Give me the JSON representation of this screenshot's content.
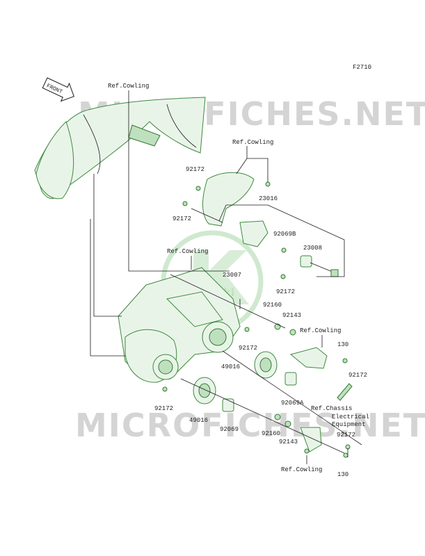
{
  "diagram_id": "F2710",
  "front_badge": "FRONT",
  "watermark": "MICROFICHES.NET",
  "brand_logo": "Kawasaki",
  "labels": {
    "ref_cowling_top": "Ref.Cowling",
    "ref_cowling_right": "Ref.Cowling",
    "ref_cowling_mid": "Ref.Cowling",
    "ref_cowling_side": "Ref.Cowling",
    "ref_cowling_bottom": "Ref.Cowling",
    "p92172_a": "92172",
    "p92172_b": "92172",
    "p23016": "23016",
    "p92069B": "92069B",
    "p23008": "23008",
    "p23007": "23007",
    "p92172_c": "92172",
    "p92160_a": "92160",
    "p92143_a": "92143",
    "p130_a": "130",
    "p92172_d": "92172",
    "p49016_a": "49016",
    "p92172_e": "92172",
    "p92069A": "92069A",
    "ref_chassis_1": "Ref.Chassis",
    "ref_chassis_2": "Electrical",
    "ref_chassis_3": "Equipment",
    "p92172_f": "92172",
    "p49016_b": "49016",
    "p92069": "92069",
    "p92160_b": "92160",
    "p92143_b": "92143",
    "p92172_g": "92172",
    "p130_b": "130"
  }
}
